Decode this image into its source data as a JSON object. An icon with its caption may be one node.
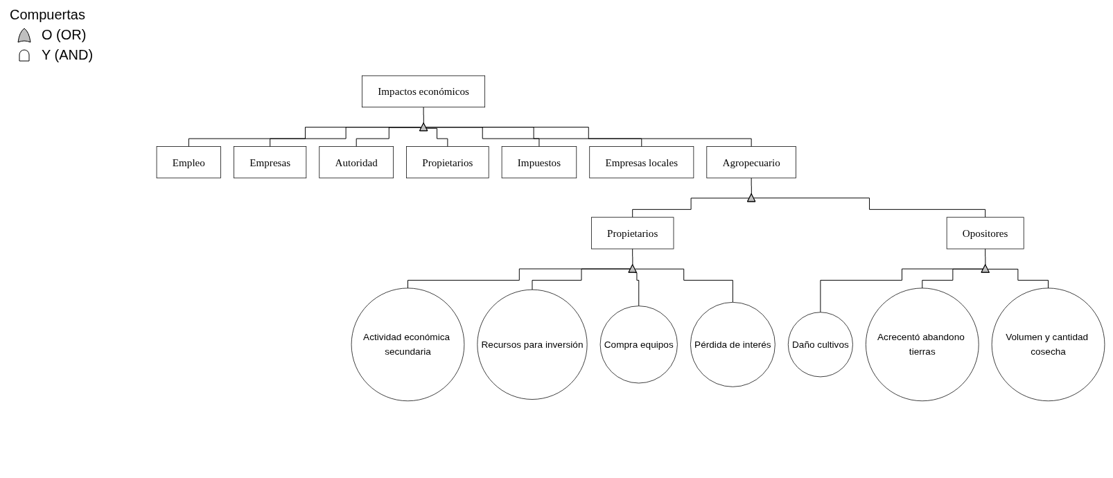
{
  "diagram": {
    "nodes": [
      {
        "text": [
          "Impactos económicos"
        ]
      },
      {
        "text": [],
        "shape": "gate"
      },
      {
        "text": [
          "Empleo"
        ]
      },
      {
        "text": [
          "Empresas"
        ]
      },
      {
        "text": [
          "Autoridad"
        ]
      },
      {
        "text": [
          "Propietarios"
        ]
      },
      {
        "text": [
          "Impuestos"
        ]
      },
      {
        "text": [
          "Empresas locales"
        ]
      },
      {
        "text": [
          "Agropecuario"
        ]
      },
      {
        "text": [],
        "shape": "gate"
      },
      {
        "text": [
          "Propietarios"
        ]
      },
      {
        "text": [
          "Opositores"
        ]
      },
      {
        "text": [],
        "shape": "gate"
      },
      {
        "text": [],
        "shape": "gate"
      },
      {
        "text": [
          "Actividad económica secundaria"
        ]
      },
      {
        "text": [
          "Recursos para inversión"
        ]
      },
      {
        "text": [
          "Compra equipos"
        ]
      },
      {
        "text": [
          "Pérdida de interés"
        ]
      },
      {
        "text": [
          "Daño cultivos"
        ]
      },
      {
        "text": [
          "Acrecentó abandono tierras"
        ]
      },
      {
        "text": [
          "Volumen y cantidad cosecha"
        ]
      }
    ],
    "edges": [
      {
        "from": 0,
        "to": 1,
        "arrow": "none"
      },
      {
        "from": 1,
        "to": 2,
        "arrow": "none"
      },
      {
        "from": 1,
        "to": 3,
        "arrow": "none"
      },
      {
        "from": 1,
        "to": 4,
        "arrow": "none"
      },
      {
        "from": 1,
        "to": 5,
        "arrow": "none"
      },
      {
        "from": 1,
        "to": 6,
        "arrow": "none"
      },
      {
        "from": 1,
        "to": 7,
        "arrow": "none"
      },
      {
        "from": 1,
        "to": 8,
        "arrow": "none"
      },
      {
        "from": 8,
        "to": 9,
        "arrow": "none"
      },
      {
        "from": 9,
        "to": 10,
        "arrow": "none"
      },
      {
        "from": 9,
        "to": 11,
        "arrow": "none"
      },
      {
        "from": 10,
        "to": 12,
        "arrow": "none"
      },
      {
        "from": 11,
        "to": 13,
        "arrow": "none"
      },
      {
        "from": 12,
        "to": 14,
        "arrow": "none"
      },
      {
        "from": 12,
        "to": 15,
        "arrow": "none"
      },
      {
        "from": 12,
        "to": 16,
        "arrow": "none"
      },
      {
        "from": 12,
        "to": 17,
        "arrow": "none"
      },
      {
        "from": 13,
        "to": 18,
        "arrow": "none"
      },
      {
        "from": 13,
        "to": 19,
        "arrow": "none"
      },
      {
        "from": 13,
        "to": 20,
        "arrow": "none"
      }
    ],
    "labels": [
      "Compuertas"
    ],
    "legend": [
      {
        "text": "O (OR)"
      },
      {
        "text": "Y (AND)"
      }
    ]
  }
}
